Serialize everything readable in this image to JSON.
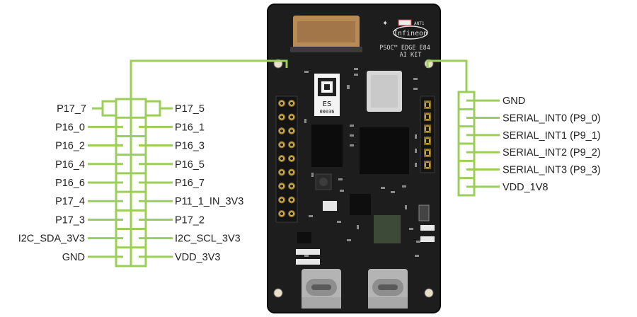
{
  "colors": {
    "pcb": "#1d1d1d",
    "pcb_dark": "#111111",
    "connector_line": "#9bcf5a",
    "pin_gold": "#c9a74a",
    "header_black": "#141414",
    "label_text": "#222222"
  },
  "board": {
    "brand": "Infineon",
    "product_line1": "PSOC™ EDGE E84",
    "product_line2": "AI KIT",
    "antenna_label": "ANT1",
    "sticker_top": "ES",
    "sticker_bottom": "00036"
  },
  "left_header": {
    "left_labels": [
      "P17_7",
      "P16_0",
      "P16_2",
      "P16_4",
      "P16_6",
      "P17_4",
      "P17_3",
      "I2C_SDA_3V3",
      "GND"
    ],
    "right_labels": [
      "P17_5",
      "P16_1",
      "P16_3",
      "P16_5",
      "P16_7",
      "P11_1_IN_3V3",
      "P17_2",
      "I2C_SCL_3V3",
      "VDD_3V3"
    ]
  },
  "right_header": {
    "labels": [
      "GND",
      "SERIAL_INT0 (P9_0)",
      "SERIAL_INT1 (P9_1)",
      "SERIAL_INT2 (P9_2)",
      "SERIAL_INT3 (P9_3)",
      "VDD_1V8"
    ]
  }
}
